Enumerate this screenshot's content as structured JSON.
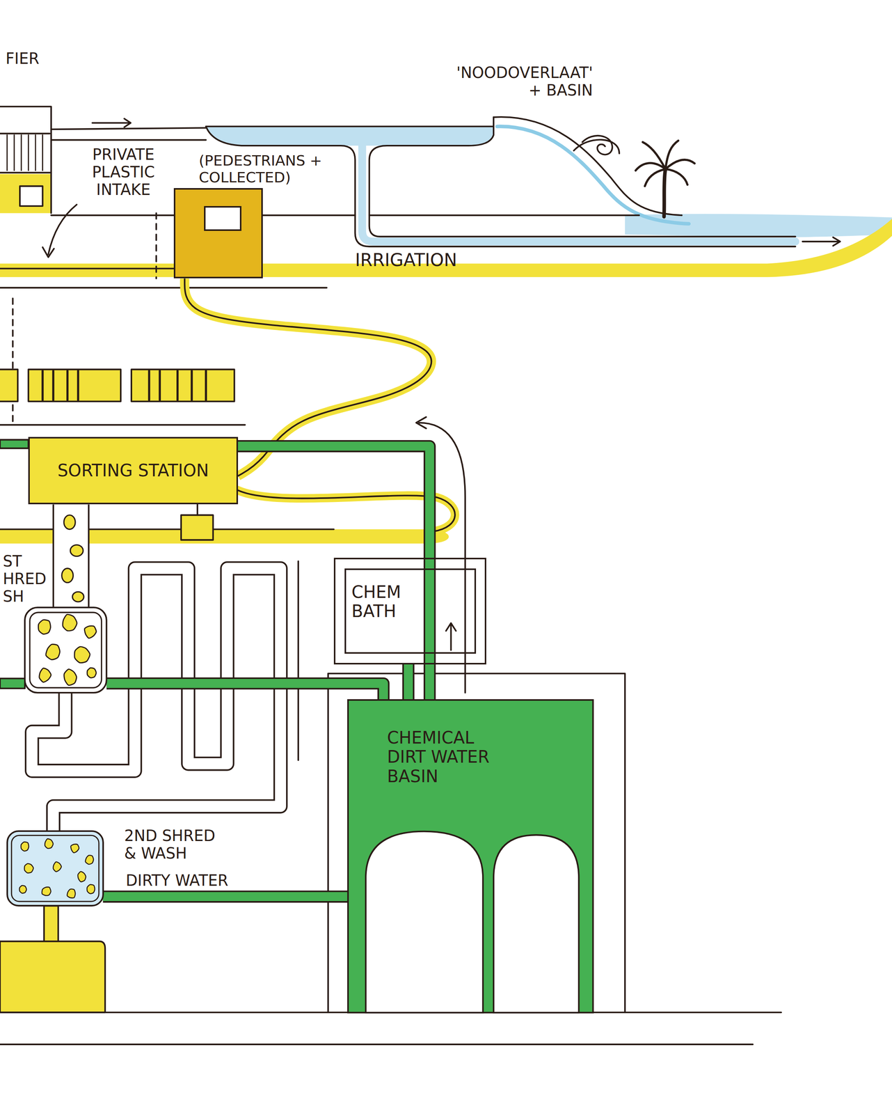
{
  "diagram": {
    "nodes": [
      {
        "text": [
          "(PEDESTRIANS + COLLECTED)"
        ]
      },
      {
        "text": [
          "SORTING STATION"
        ]
      },
      {
        "text": [
          "ST HRED SH"
        ]
      },
      {
        "text": [
          "CHEM BATH"
        ]
      },
      {
        "text": [
          "2ND SHRED & WASH"
        ]
      },
      {
        "text": [
          "CHEMICAL DIRT WATER BASIN"
        ]
      }
    ],
    "edges": [
      {
        "from": 0,
        "to": 1,
        "arrow": "none"
      },
      {
        "from": 1,
        "to": 2,
        "arrow": "none"
      },
      {
        "from": 2,
        "to": 4,
        "arrow": "none"
      },
      {
        "from": 2,
        "to": 5,
        "arrow": "none"
      },
      {
        "from": 4,
        "to": 5,
        "label": "DIRTY WATER",
        "arrow": "none"
      },
      {
        "from": 5,
        "to": 3,
        "arrow": "none"
      },
      {
        "from": 5,
        "to": 1,
        "arrow": "none"
      }
    ],
    "labels": [
      "FIER",
      "'NOODOVERLAAT' + BASIN",
      "PRIVATE PLASTIC INTAKE",
      "IRRIGATION"
    ]
  }
}
